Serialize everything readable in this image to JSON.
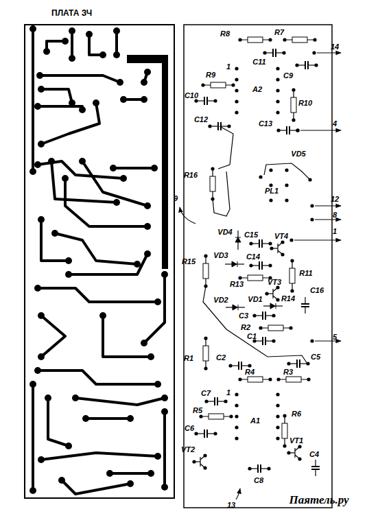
{
  "diagram": {
    "title": "ПЛАТА ЗЧ",
    "labels": [
      "R8",
      "R7",
      "14",
      "1",
      "C11",
      "C9",
      "R9",
      "A2",
      "C10",
      "R10",
      "C12",
      "C13",
      "4",
      "VD5",
      "PL1",
      "R16",
      "9",
      "12",
      "8",
      "VD4",
      "C15",
      "VT4",
      "1",
      "R15",
      "VD3",
      "C14",
      "R11",
      "R13",
      "VT3",
      "VD1",
      "R14",
      "VD2",
      "C16",
      "C3",
      "R2",
      "C1",
      "5",
      "R1",
      "C2",
      "C5",
      "R4",
      "R3",
      "C7",
      "1",
      "R5",
      "R6",
      "A1",
      "C6",
      "VT1",
      "VT2",
      "C4",
      "C8",
      "13",
      "Паятель.ру"
    ]
  }
}
